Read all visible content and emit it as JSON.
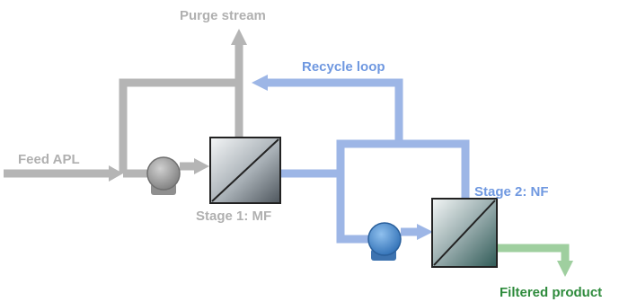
{
  "labels": {
    "purge": "Purge stream",
    "recycle": "Recycle loop",
    "feed": "Feed APL",
    "stage1": "Stage 1: MF",
    "stage2": "Stage 2: NF",
    "product": "Filtered product"
  },
  "colors": {
    "grey_pipe": "#b5b5b5",
    "grey_text": "#b0b0b0",
    "blue_pipe": "#9db6e6",
    "blue_text": "#6f98e0",
    "green_pipe": "#9fcf9f",
    "green_text": "#2e8b3c",
    "pump1": "#9b9b9b",
    "pump2": "#4f8ccd"
  }
}
